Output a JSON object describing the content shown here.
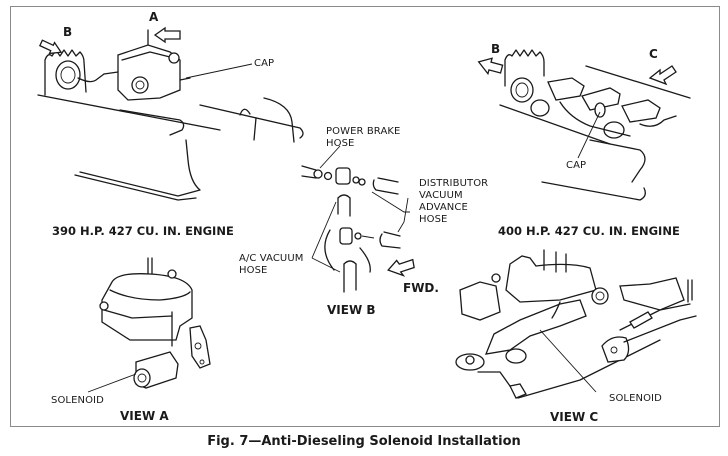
{
  "figure": {
    "caption": "Fig. 7—Anti-Dieseling Solenoid Installation"
  },
  "panels": {
    "engine_390": {
      "title": "390 H.P. 427 CU. IN. ENGINE",
      "view_arrows": [
        "A",
        "B"
      ],
      "labels": {
        "cap": "CAP"
      }
    },
    "engine_400": {
      "title": "400 H.P. 427 CU. IN. ENGINE",
      "view_arrows": [
        "B",
        "C"
      ],
      "labels": {
        "cap": "CAP"
      }
    },
    "view_a": {
      "title": "VIEW A",
      "labels": {
        "solenoid": "SOLENOID"
      }
    },
    "view_b": {
      "title": "VIEW B",
      "labels": {
        "power_brake_hose_1": "POWER BRAKE",
        "power_brake_hose_2": "HOSE",
        "dist_vac_1": "DISTRIBUTOR",
        "dist_vac_2": "VACUUM",
        "dist_vac_3": "ADVANCE",
        "dist_vac_4": "HOSE",
        "ac_vac_1": "A/C VACUUM",
        "ac_vac_2": "HOSE",
        "fwd": "FWD."
      }
    },
    "view_c": {
      "title": "VIEW C",
      "labels": {
        "solenoid": "SOLENOID"
      }
    }
  },
  "colors": {
    "ink": "#1a1a1a",
    "frame": "#8a8a8a",
    "paper": "#ffffff"
  }
}
